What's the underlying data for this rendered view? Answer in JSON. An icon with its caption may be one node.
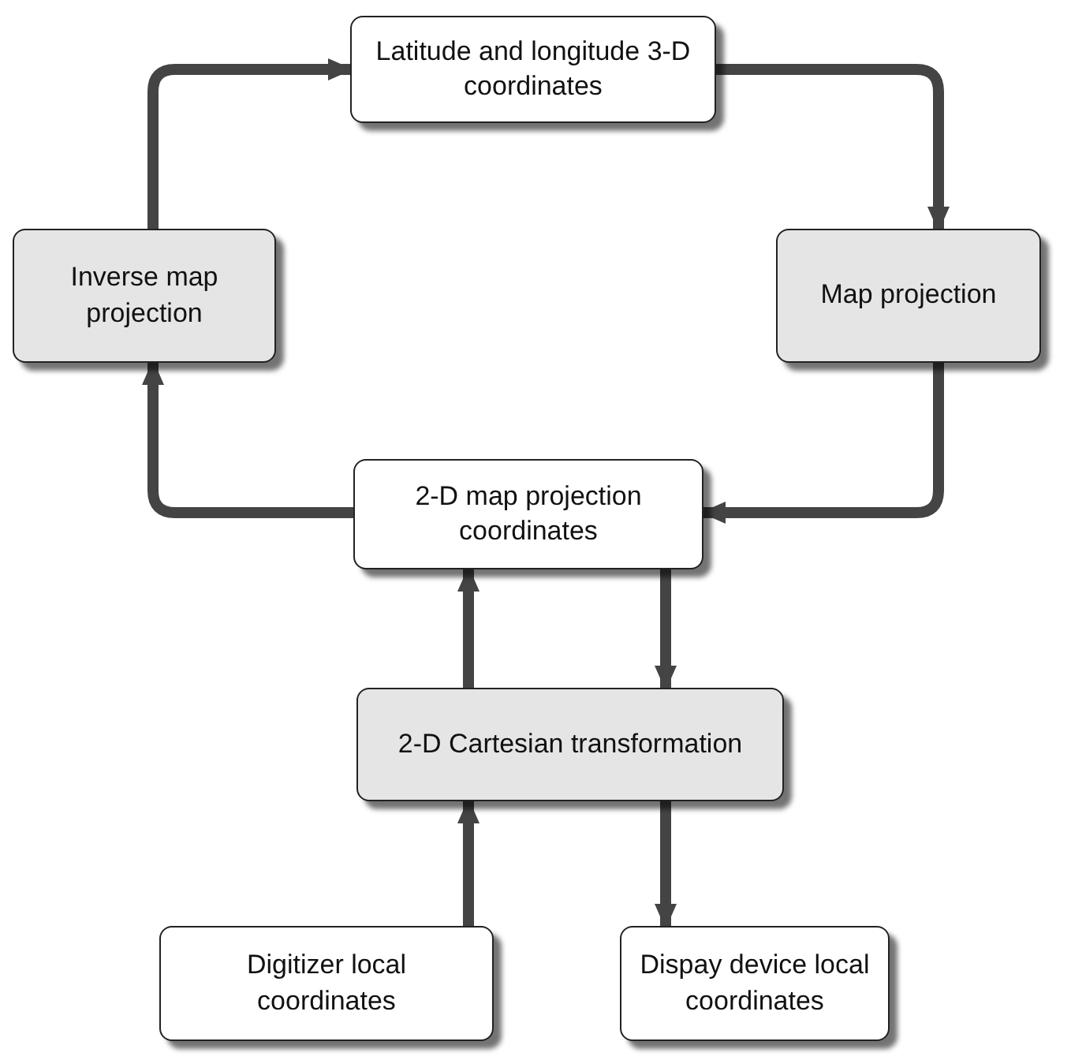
{
  "diagram": {
    "nodes": [
      {
        "text": [
          "Latitude and longitude 3-D coordinates"
        ]
      },
      {
        "text": [
          "Inverse map projection"
        ]
      },
      {
        "text": [
          "Map projection"
        ]
      },
      {
        "text": [
          "2-D map projection coordinates"
        ]
      },
      {
        "text": [
          "2-D Cartesian transformation"
        ]
      },
      {
        "text": [
          "Digitizer local coordinates"
        ]
      },
      {
        "text": [
          "Dispay device local coordinates"
        ]
      }
    ],
    "edges": [
      {
        "from": 1,
        "to": 0,
        "arrow": "to"
      },
      {
        "from": 0,
        "to": 2,
        "arrow": "to"
      },
      {
        "from": 2,
        "to": 3,
        "arrow": "to"
      },
      {
        "from": 3,
        "to": 1,
        "arrow": "to"
      },
      {
        "from": 4,
        "to": 3,
        "arrow": "to"
      },
      {
        "from": 3,
        "to": 4,
        "arrow": "to"
      },
      {
        "from": 5,
        "to": 4,
        "arrow": "to"
      },
      {
        "from": 4,
        "to": 6,
        "arrow": "to"
      }
    ]
  }
}
